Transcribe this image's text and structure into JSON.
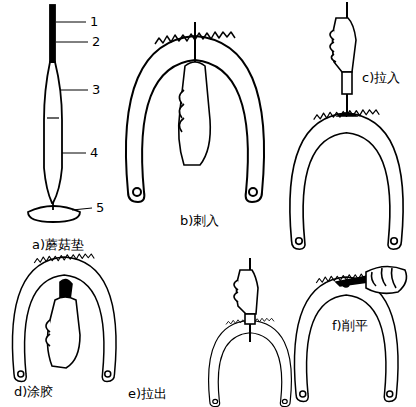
{
  "diagram": {
    "labels": [
      "1",
      "2",
      "3",
      "4",
      "5",
      "a)蘑菇垫",
      "b)刺入",
      "c)拉入",
      "d)涂胶",
      "e)拉出",
      "f)削平"
    ]
  }
}
